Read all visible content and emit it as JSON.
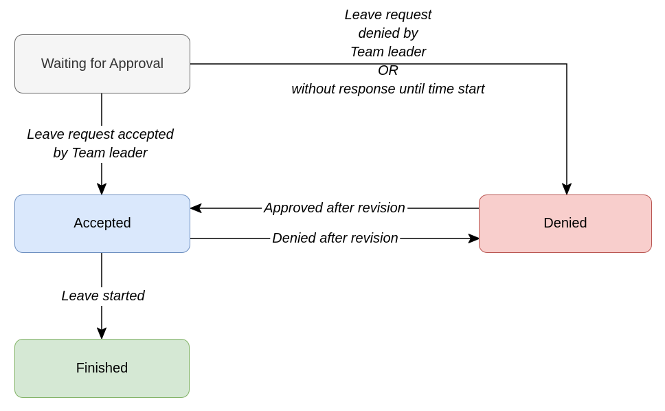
{
  "diagram": {
    "background": "#FFFFFF",
    "line_color": "#000000",
    "nodes": {
      "waiting": {
        "label": "Waiting for Approval",
        "fill": "#F5F5F5",
        "border_color": "#666666",
        "text_color": "#333333"
      },
      "accepted": {
        "label": "Accepted",
        "fill": "#DAE8FC",
        "border_color": "#6C8EBF",
        "text_color": "#000000"
      },
      "denied": {
        "label": "Denied",
        "fill": "#F8CECC",
        "border_color": "#B85450",
        "text_color": "#000000"
      },
      "finished": {
        "label": "Finished",
        "fill": "#D5E8D4",
        "border_color": "#82B366",
        "text_color": "#000000"
      }
    },
    "edges": {
      "waiting_to_denied": {
        "from": "Waiting for Approval",
        "to": "Denied",
        "label": "Leave request\ndenied by\nTeam leader\nOR\nwithout response until time start"
      },
      "waiting_to_accepted": {
        "from": "Waiting for Approval",
        "to": "Accepted",
        "label": "Leave request accepted\nby Team leader"
      },
      "denied_to_accepted": {
        "from": "Denied",
        "to": "Accepted",
        "label": "Approved after revision"
      },
      "accepted_to_denied": {
        "from": "Accepted",
        "to": "Denied",
        "label": "Denied after revision"
      },
      "accepted_to_finished": {
        "from": "Accepted",
        "to": "Finished",
        "label": "Leave started"
      }
    }
  }
}
